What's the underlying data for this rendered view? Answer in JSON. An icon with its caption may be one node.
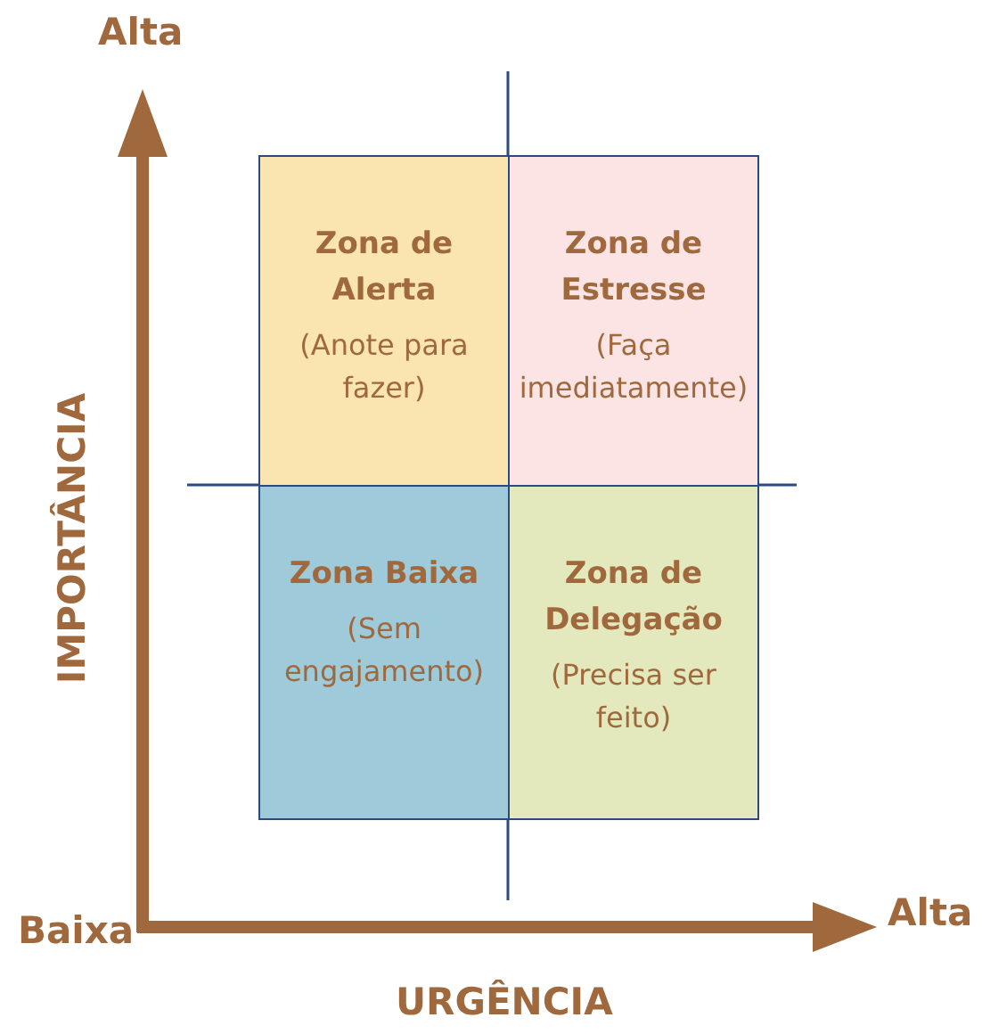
{
  "diagram": {
    "nodes": [
      {
        "text": [
          "Zona de Alerta",
          "(Anote para fazer)"
        ]
      },
      {
        "text": [
          "Zona de Estresse",
          "(Faça imediatamente)"
        ]
      },
      {
        "text": [
          "Zona Baixa",
          "(Sem engajamento)"
        ]
      },
      {
        "text": [
          "Zona de Delegação",
          "(Precisa ser feito)"
        ]
      }
    ],
    "labels": [
      "Alta",
      "IMPORTÂNCIA",
      "Baixa",
      "Alta",
      "URGÊNCIA"
    ]
  }
}
